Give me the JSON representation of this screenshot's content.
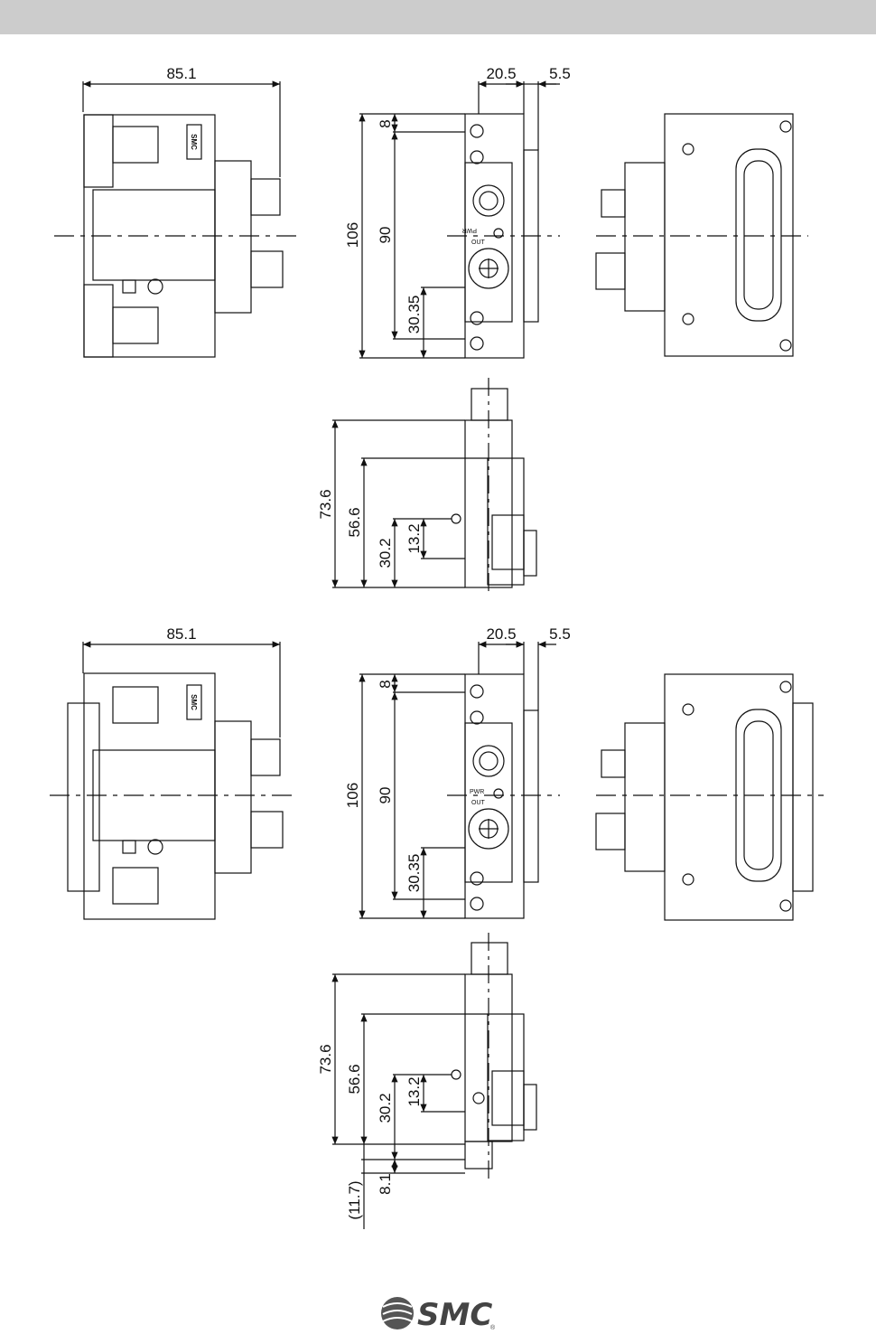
{
  "top_set": {
    "side_view_width": "85.1",
    "front_view_widths": [
      "20.5",
      "5.5"
    ],
    "front_view_heights": [
      "8",
      "106",
      "90",
      "30.35"
    ],
    "bottom_view_heights": [
      "73.6",
      "56.6",
      "30.2",
      "13.2"
    ]
  },
  "bottom_set": {
    "side_view_width": "85.1",
    "front_view_widths": [
      "20.5",
      "5.5"
    ],
    "front_view_heights": [
      "8",
      "106",
      "90",
      "30.35"
    ],
    "bottom_view_heights": [
      "73.6",
      "56.6",
      "30.2",
      "13.2",
      "8.1",
      "(11.7)"
    ]
  },
  "device_labels": {
    "brand_mark": "SMC",
    "pwr_led": "PWR",
    "out_led": "OUT"
  },
  "footer": {
    "logo": "SMC",
    "registered": "®"
  },
  "colors": {
    "header_bar": "#cccccc",
    "line": "#111111"
  }
}
